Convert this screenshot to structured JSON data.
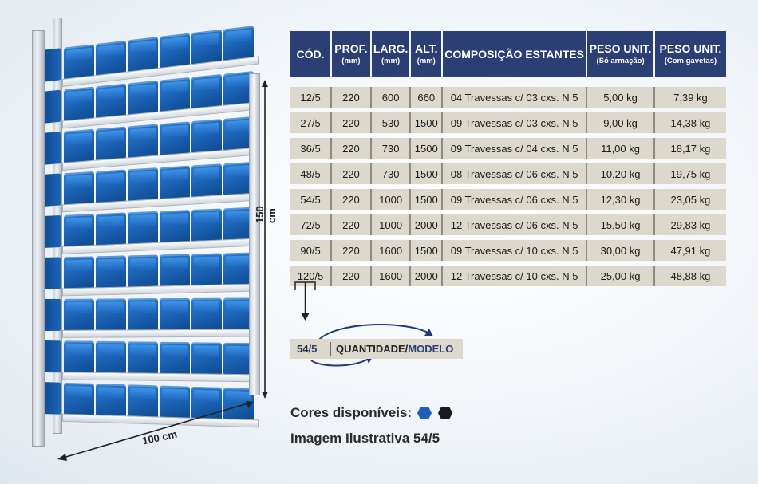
{
  "table": {
    "headers": [
      {
        "main": "CÓD.",
        "sub": ""
      },
      {
        "main": "PROF.",
        "sub": "(mm)"
      },
      {
        "main": "LARG.",
        "sub": "(mm)"
      },
      {
        "main": "ALT.",
        "sub": "(mm)"
      },
      {
        "main": "COMPOSIÇÃO ESTANTES",
        "sub": ""
      },
      {
        "main": "PESO UNIT.",
        "sub": "(Só armação)"
      },
      {
        "main": "PESO UNIT.",
        "sub": "(Com gavetas)"
      }
    ],
    "rows": [
      [
        "12/5",
        "220",
        "600",
        "660",
        "04 Travessas c/ 03 cxs. N 5",
        "5,00 kg",
        "7,39 kg"
      ],
      [
        "27/5",
        "220",
        "530",
        "1500",
        "09 Travessas c/ 03 cxs. N 5",
        "9,00 kg",
        "14,38 kg"
      ],
      [
        "36/5",
        "220",
        "730",
        "1500",
        "09 Travessas c/ 04 cxs. N 5",
        "11,00 kg",
        "18,17 kg"
      ],
      [
        "48/5",
        "220",
        "730",
        "1500",
        "08 Travessas c/ 06 cxs. N 5",
        "10,20 kg",
        "19,75 kg"
      ],
      [
        "54/5",
        "220",
        "1000",
        "1500",
        "09 Travessas c/ 06 cxs. N 5",
        "12,30 kg",
        "23,05 kg"
      ],
      [
        "72/5",
        "220",
        "1000",
        "2000",
        "12 Travessas c/ 06 cxs. N 5",
        "15,50 kg",
        "29,83 kg"
      ],
      [
        "90/5",
        "220",
        "1600",
        "1500",
        "09 Travessas c/ 10 cxs. N 5",
        "30,00 kg",
        "47,91 kg"
      ],
      [
        "120/5",
        "220",
        "1600",
        "2000",
        "12 Travessas c/ 10 cxs. N 5",
        "25,00 kg",
        "48,88 kg"
      ]
    ]
  },
  "legend": {
    "code_qty": "54/",
    "code_model": "5",
    "qty_label": "QUANTIDADE/",
    "model_label": "MODELO"
  },
  "colors_text": "Cores disponíveis:",
  "image_caption": "Imagem Ilustrativa 54/5",
  "dimensions": {
    "height": "150 cm",
    "width": "100 cm"
  },
  "colors": {
    "header_bg": "#2b3f74",
    "row_bg": "#ddd8cc",
    "bin_blue": "#1a5fb0",
    "swatch_blue": "#1f5fb4",
    "swatch_black": "#1a1a1a"
  },
  "icons": [
    "hexagon-blue-icon",
    "hexagon-black-icon",
    "arrow-down-icon",
    "curved-arrow-icon"
  ]
}
